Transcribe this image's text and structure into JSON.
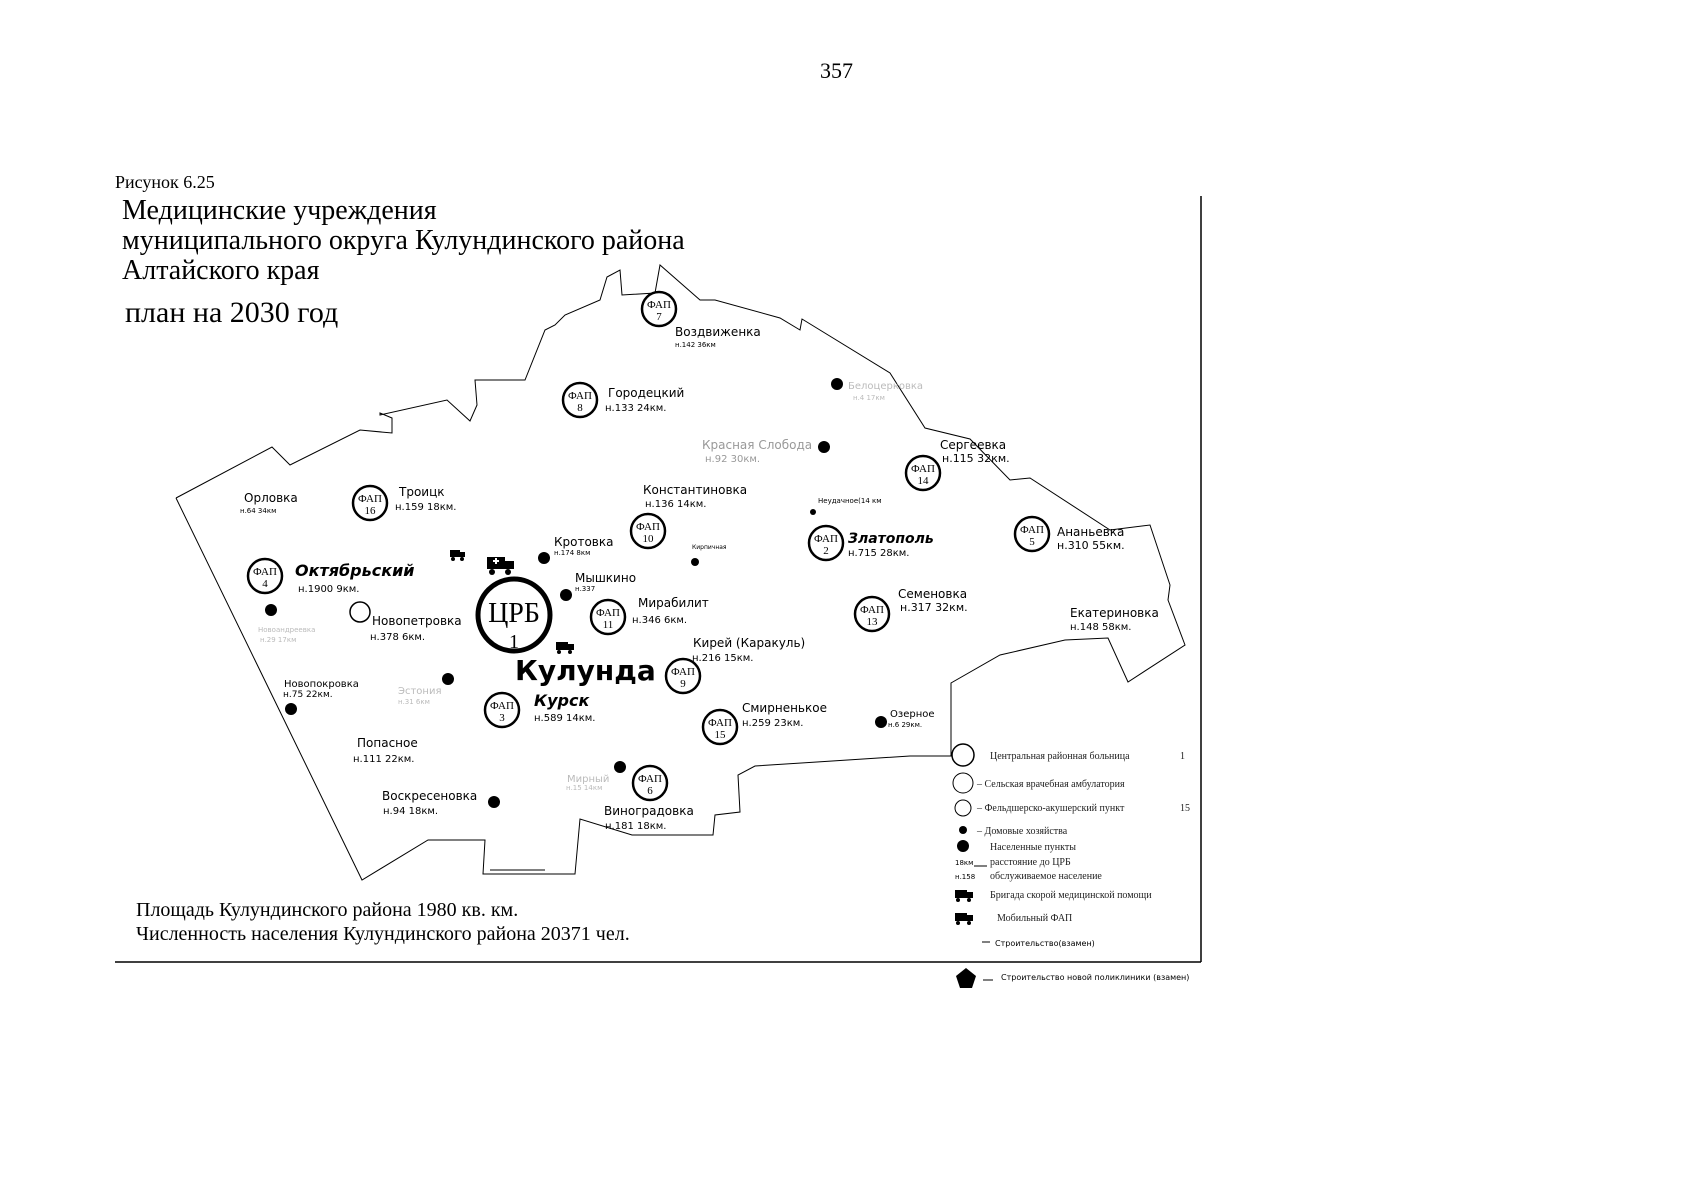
{
  "page_number": "357",
  "figure_caption": "Рисунок 6.25",
  "title_lines": [
    "Медицинские учреждения",
    "муниципального округа Кулундинского района",
    "Алтайского края"
  ],
  "subtitle": "план на 2030 год",
  "footer": {
    "area": "Площадь Кулундинского района 1980 кв. км.",
    "population": "Численность населения Кулундинского района  20371 чел."
  },
  "center": {
    "label": "ЦРБ",
    "number": "1",
    "town": "Кулунда"
  },
  "fap_label": "ФАП",
  "settlements": [
    {
      "name": "Воздвиженка",
      "info": "н.142        36км",
      "fap": "7"
    },
    {
      "name": "Городецкий",
      "info": "н.133       24км.",
      "fap": "8"
    },
    {
      "name": "Белоцерковка",
      "info": "н.4         17км",
      "faded": true
    },
    {
      "name": "Красная Слобода",
      "info": "н.92          30км.",
      "faded": true
    },
    {
      "name": "Сергеевка",
      "info": "н.115  32км.",
      "fap": "14"
    },
    {
      "name": "Орловка",
      "info": "н.64    34км"
    },
    {
      "name": "Троицк",
      "info": "н.159  18км.",
      "fap": "16"
    },
    {
      "name": "Константиновка",
      "info": "н.136           14км.",
      "fap": "10"
    },
    {
      "name": "Кротовка",
      "info": "н.174     8км"
    },
    {
      "name": "Златополь",
      "info": "н.715       28км.",
      "fap": "2"
    },
    {
      "name": "Ананьевка",
      "info": "н.310  55км.",
      "fap": "5"
    },
    {
      "name": "Октябрьский",
      "info": "н.1900           9км.",
      "fap": "4"
    },
    {
      "name": "Мышкино",
      "info": "н.337"
    },
    {
      "name": "Мирабилит",
      "info": "н.346    6км.",
      "fap": "11"
    },
    {
      "name": "Семеновка",
      "info": "н.317  32км.",
      "fap": "13"
    },
    {
      "name": "Екатериновка",
      "info": "н.148       58км."
    },
    {
      "name": "Новопетровка",
      "info": "н.378          6км."
    },
    {
      "name": "Новоандреевка",
      "info": "н.29        17км",
      "faded": true
    },
    {
      "name": "Кирей (Каракуль)",
      "info": "н.216  15км.",
      "fap": "9"
    },
    {
      "name": "Новопокровка",
      "info": "н.75       22км."
    },
    {
      "name": "Эстония",
      "info": "н.31      6км",
      "faded": true
    },
    {
      "name": "Курск",
      "info": "н.589    14км.",
      "fap": "3"
    },
    {
      "name": "Смирненькое",
      "info": "н.259     23км.",
      "fap": "15"
    },
    {
      "name": "Озерное",
      "info": "н.6    29км."
    },
    {
      "name": "Попасное",
      "info": "н.111  22км."
    },
    {
      "name": "Мирный",
      "info": "н.15     14км",
      "faded": true
    },
    {
      "name": "Виноградовка",
      "info": "н.181      18км.",
      "fap": "6"
    },
    {
      "name": "Воскресеновка",
      "info": "н.94            18км."
    }
  ],
  "tiny_labels": {
    "near_zlatopol": "Неудачное(14 км",
    "near_konst": "Кирпичная"
  },
  "legend": [
    {
      "text": "Центральная районная больница",
      "count": "1"
    },
    {
      "text": "– Сельская врачебная амбулатория",
      "count": ""
    },
    {
      "text": "– Фельдшерско-акушерский пункт",
      "count": "15"
    },
    {
      "text": "– Домовые хозяйства",
      "count": ""
    },
    {
      "text": "Населенные пункты",
      "count": ""
    },
    {
      "text": "расстояние до ЦРБ",
      "count": ""
    },
    {
      "text": "обслуживаемое население",
      "count": ""
    },
    {
      "text": "Бригада скорой медицинской помощи",
      "count": ""
    },
    {
      "text": "Мобильный ФАП",
      "count": ""
    },
    {
      "text": "Строительство(взамен)",
      "count": ""
    },
    {
      "text": "Строительство новой  поликлиники (взамен)",
      "count": ""
    }
  ],
  "legend_keys": {
    "km_key": "18км",
    "pop_key": "н.158"
  },
  "icons": [
    "ambulance-icon",
    "mobile-fap-icon",
    "pentagon-icon"
  ]
}
